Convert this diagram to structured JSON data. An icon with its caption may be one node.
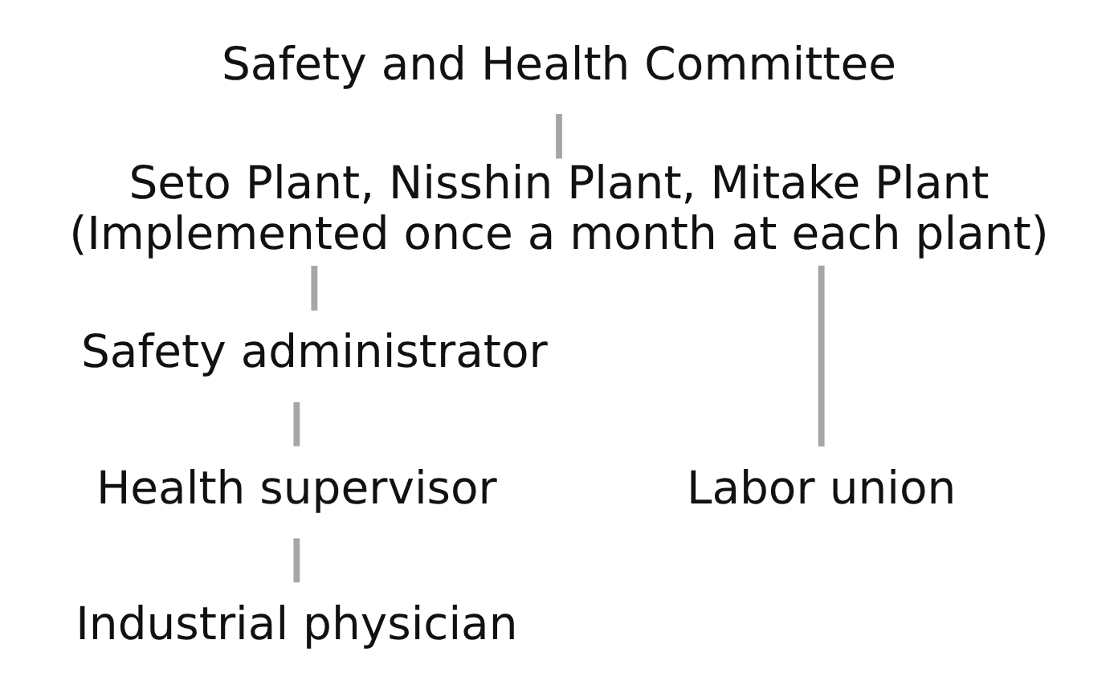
{
  "diagram": {
    "nodes": [
      {
        "text": [
          "Safety and Health Committee"
        ]
      },
      {
        "text": [
          "Seto Plant, Nisshin Plant, Mitake Plant",
          "(Implemented once a month at each plant)"
        ]
      },
      {
        "text": [
          "Safety administrator"
        ]
      },
      {
        "text": [
          "Health supervisor"
        ]
      },
      {
        "text": [
          "Industrial physician"
        ]
      },
      {
        "text": [
          "Labor union"
        ]
      }
    ],
    "edges": [
      {
        "from": 0,
        "to": 1,
        "arrow": "none"
      },
      {
        "from": 1,
        "to": 2,
        "arrow": "none"
      },
      {
        "from": 1,
        "to": 5,
        "arrow": "none"
      },
      {
        "from": 2,
        "to": 3,
        "arrow": "none"
      },
      {
        "from": 3,
        "to": 4,
        "arrow": "none"
      }
    ]
  }
}
